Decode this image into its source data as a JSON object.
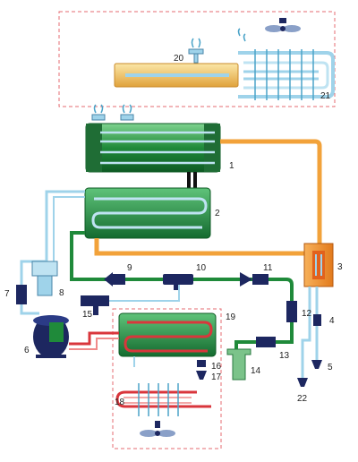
{
  "labels": {
    "n1": "1",
    "n2": "2",
    "n3": "3",
    "n4": "4",
    "n5": "5",
    "n6": "6",
    "n7": "7",
    "n8": "8",
    "n9": "9",
    "n10": "10",
    "n11": "11",
    "n12": "12",
    "n13": "13",
    "n14": "14",
    "n15": "15",
    "n16": "16",
    "n17": "17",
    "n18": "18",
    "n19": "19",
    "n20": "20",
    "n21": "21",
    "n22": "22"
  },
  "colors": {
    "frame": "#e46b72",
    "hot_line": "#f2a23a",
    "cold_line": "#9fd3ea",
    "green_line": "#1f8a3a",
    "red_line": "#d9363c",
    "component": "#1d2760",
    "vessel_green": "#2a9d45"
  },
  "icons": {
    "fan": "fan-icon",
    "sprinkler": "sprinkler-icon",
    "compressor": "compressor-icon"
  }
}
